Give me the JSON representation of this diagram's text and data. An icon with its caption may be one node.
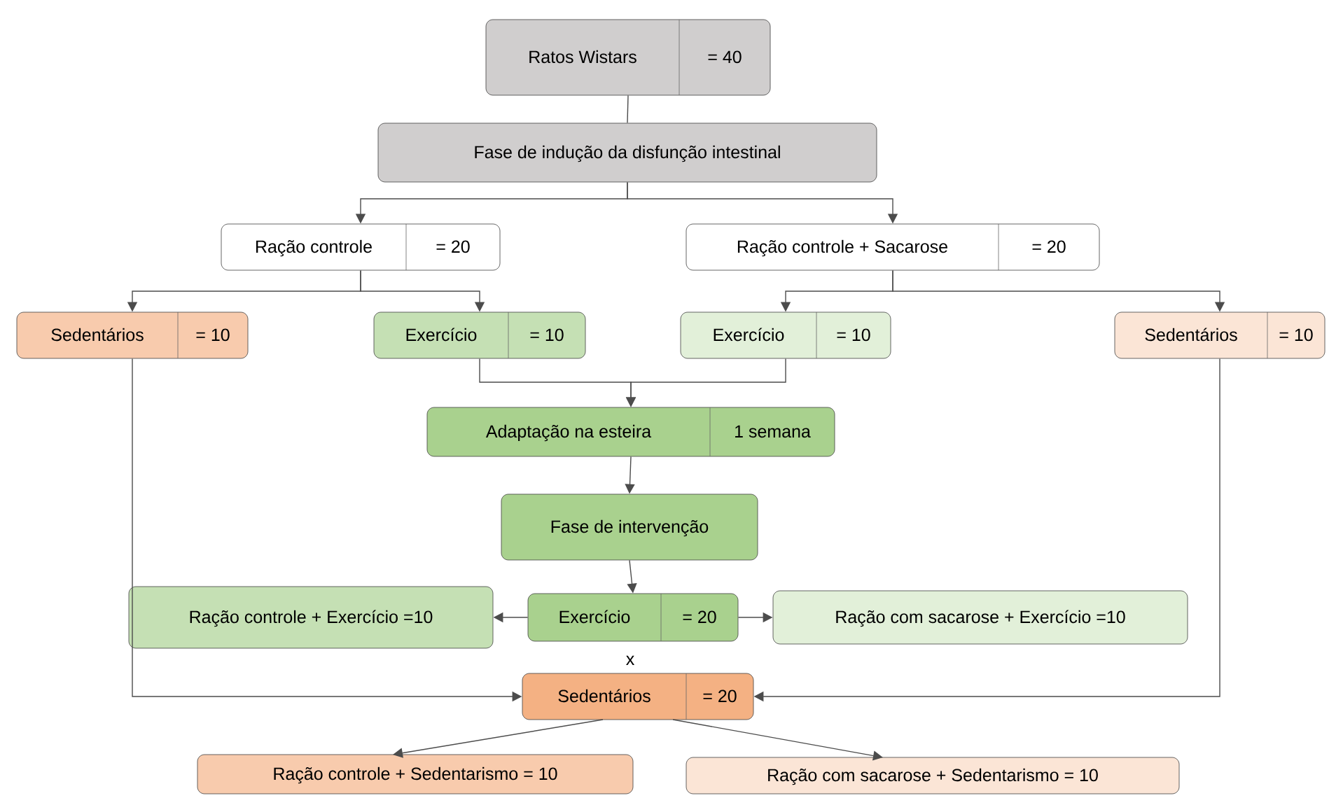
{
  "diagram": {
    "nodes": [
      {
        "text": [
          "Ratos Wistars",
          "= 40"
        ]
      },
      {
        "text": [
          "Fase de indução da disfunção intestinal"
        ]
      },
      {
        "text": [
          "Ração controle",
          "= 20"
        ]
      },
      {
        "text": [
          "Ração controle + Sacarose",
          "= 20"
        ]
      },
      {
        "text": [
          "Sedentários",
          "= 10"
        ]
      },
      {
        "text": [
          "Exercício",
          "= 10"
        ]
      },
      {
        "text": [
          "Exercício",
          "= 10"
        ]
      },
      {
        "text": [
          "Sedentários",
          "= 10"
        ]
      },
      {
        "text": [
          "Adaptação na esteira",
          "1 semana"
        ]
      },
      {
        "text": [
          "Fase de intervenção"
        ]
      },
      {
        "text": [
          "Exercício",
          "= 20"
        ]
      },
      {
        "text": [
          "Ração controle + Exercício =10"
        ]
      },
      {
        "text": [
          "Ração com sacarose + Exercício =10"
        ]
      },
      {
        "text": [
          "Sedentários",
          "= 20"
        ]
      },
      {
        "text": [
          "Ração controle + Sedentarismo = 10"
        ]
      },
      {
        "text": [
          "Ração com sacarose + Sedentarismo = 10"
        ]
      }
    ],
    "edges": [
      {
        "from": 0,
        "to": 1,
        "arrow": "none"
      },
      {
        "from": 1,
        "to": 2,
        "arrow": "to"
      },
      {
        "from": 1,
        "to": 3,
        "arrow": "to"
      },
      {
        "from": 2,
        "to": 4,
        "arrow": "to"
      },
      {
        "from": 2,
        "to": 5,
        "arrow": "to"
      },
      {
        "from": 3,
        "to": 6,
        "arrow": "to"
      },
      {
        "from": 3,
        "to": 7,
        "arrow": "to"
      },
      {
        "from": 5,
        "to": 8,
        "arrow": "to"
      },
      {
        "from": 6,
        "to": 8,
        "arrow": "to"
      },
      {
        "from": 8,
        "to": 9,
        "arrow": "to"
      },
      {
        "from": 9,
        "to": 10,
        "arrow": "to"
      },
      {
        "from": 10,
        "to": 11,
        "arrow": "to"
      },
      {
        "from": 10,
        "to": 12,
        "arrow": "to"
      },
      {
        "from": 4,
        "to": 13,
        "arrow": "to"
      },
      {
        "from": 7,
        "to": 13,
        "arrow": "to"
      },
      {
        "from": 13,
        "to": 14,
        "arrow": "to"
      },
      {
        "from": 13,
        "to": 15,
        "arrow": "to"
      }
    ],
    "labels": [
      "x"
    ]
  }
}
